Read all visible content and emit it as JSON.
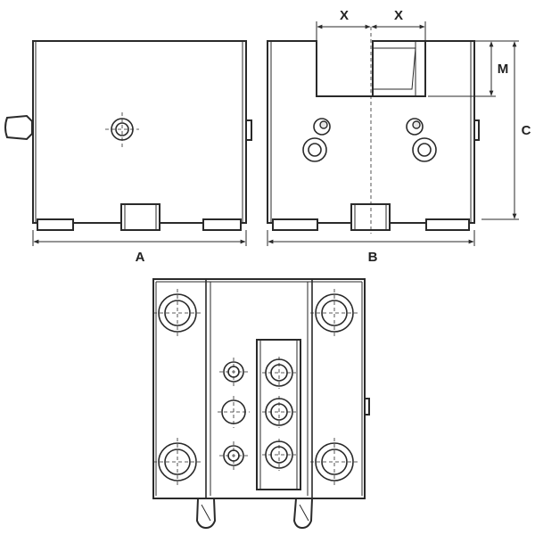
{
  "diagram": {
    "dimensions": {
      "a": "A",
      "b": "B",
      "c": "C",
      "m": "M",
      "x_left": "X",
      "x_right": "X"
    }
  }
}
